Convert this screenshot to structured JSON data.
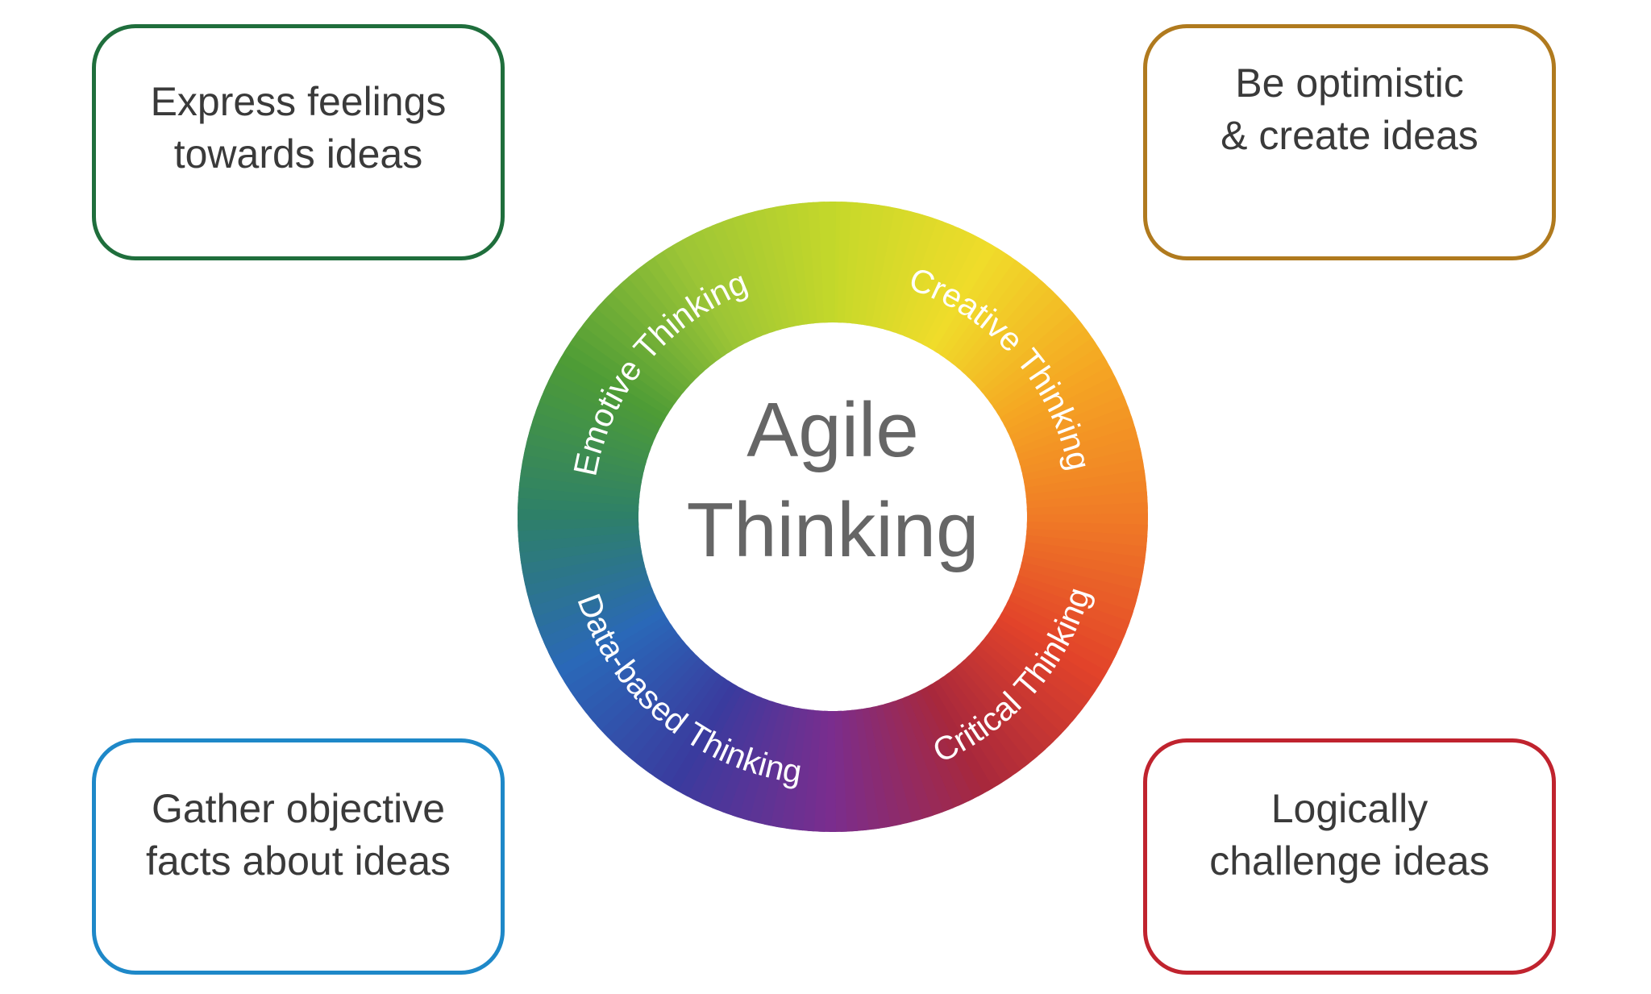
{
  "center": {
    "line1": "Agile",
    "line2": "Thinking"
  },
  "ring_labels": {
    "emotive": "Emotive Thinking",
    "creative": "Creative Thinking",
    "critical": "Critical Thinking",
    "data_based": "Data-based Thinking"
  },
  "boxes": {
    "top_left": {
      "text": "Express feelings\ntowards ideas",
      "color": "#1f6e3c"
    },
    "top_right": {
      "text": "Be optimistic\n& create ideas",
      "color": "#b07a1e"
    },
    "bottom_left": {
      "text": "Gather objective\nfacts about ideas",
      "color": "#1e88c8"
    },
    "bottom_right": {
      "text": "Logically\nchallenge ideas",
      "color": "#c0232e"
    }
  },
  "ring_colors": [
    "#c5d82a",
    "#f0dc2a",
    "#f5a623",
    "#f07a26",
    "#e2432a",
    "#a8283c",
    "#7a2d8e",
    "#3a3b9e",
    "#2a68b8",
    "#2e8068",
    "#4e9c36",
    "#9cc536"
  ]
}
